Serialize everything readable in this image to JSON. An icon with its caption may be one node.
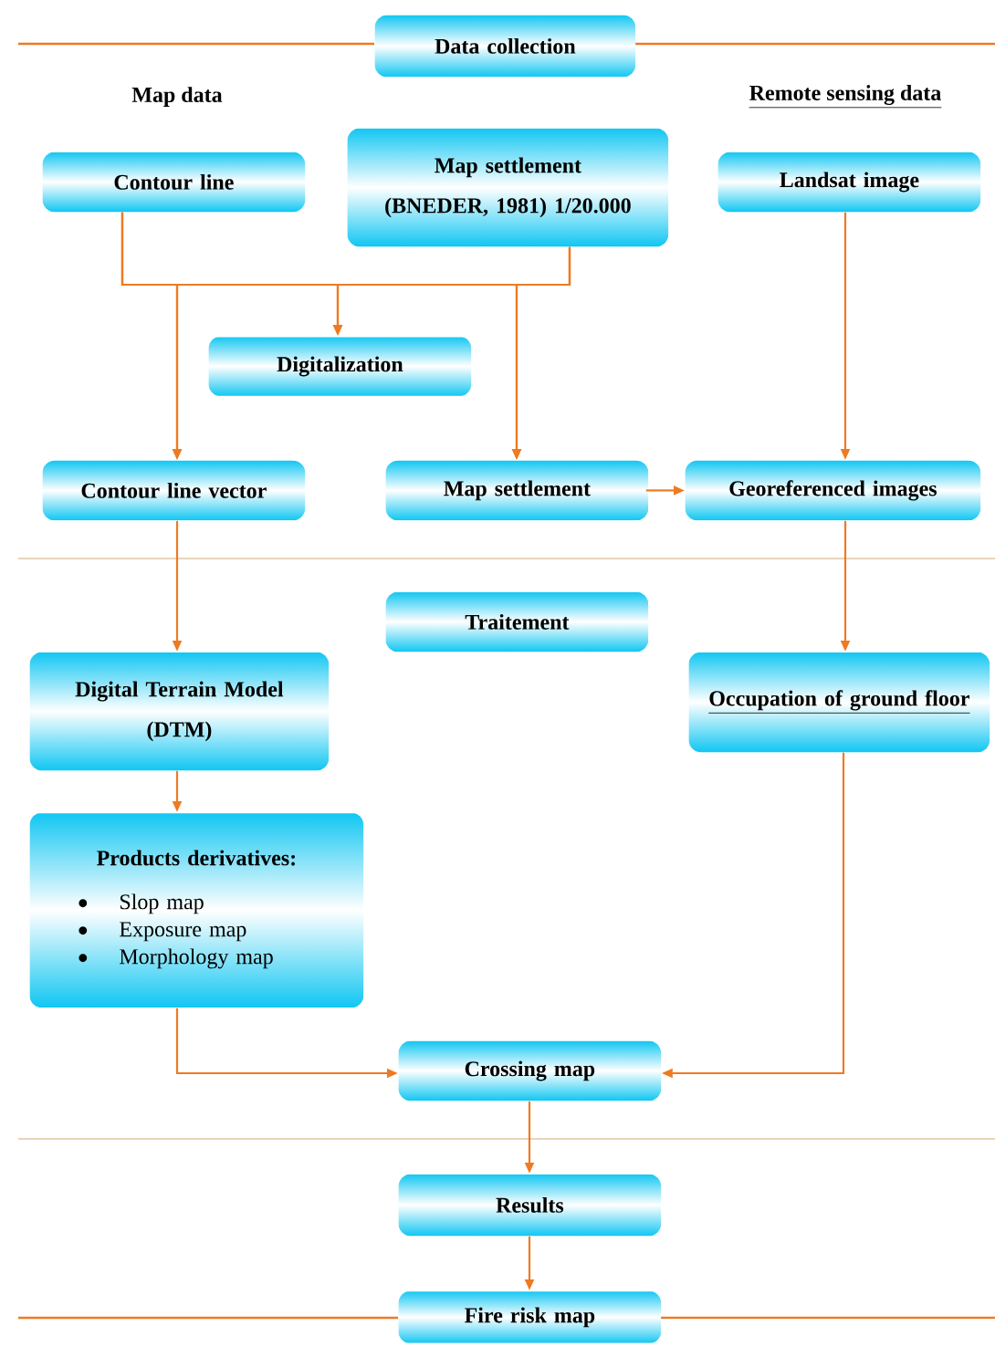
{
  "diagram": {
    "nodes": [
      {
        "text": [
          "Data collection"
        ]
      },
      {
        "text": [
          "Contour line"
        ]
      },
      {
        "text": [
          "Map settlement",
          "(BNEDER, 1981) 1/20.000"
        ]
      },
      {
        "text": [
          "Landsat image"
        ]
      },
      {
        "text": [
          "Digitalization"
        ]
      },
      {
        "text": [
          "Contour line vector"
        ]
      },
      {
        "text": [
          "Map settlement"
        ]
      },
      {
        "text": [
          "Georeferenced images"
        ]
      },
      {
        "text": [
          "Traitement"
        ]
      },
      {
        "text": [
          "Digital Terrain Model",
          "(DTM)"
        ]
      },
      {
        "text": [
          "Occupation of ground floor"
        ]
      },
      {
        "text": [
          "Products derivatives:",
          "Slop map",
          "Exposure map",
          "Morphology map"
        ]
      },
      {
        "text": [
          "Crossing map"
        ]
      },
      {
        "text": [
          "Results"
        ]
      },
      {
        "text": [
          "Fire risk map"
        ]
      }
    ],
    "edges": [
      {
        "from": 1,
        "to": 4,
        "arrow": "to"
      },
      {
        "from": 1,
        "to": 5,
        "arrow": "to"
      },
      {
        "from": 1,
        "to": 6,
        "arrow": "to"
      },
      {
        "from": 2,
        "to": 4,
        "arrow": "to"
      },
      {
        "from": 2,
        "to": 5,
        "arrow": "to"
      },
      {
        "from": 2,
        "to": 6,
        "arrow": "to"
      },
      {
        "from": 3,
        "to": 7,
        "arrow": "to"
      },
      {
        "from": 6,
        "to": 7,
        "arrow": "to"
      },
      {
        "from": 5,
        "to": 9,
        "arrow": "to"
      },
      {
        "from": 7,
        "to": 10,
        "arrow": "to"
      },
      {
        "from": 9,
        "to": 11,
        "arrow": "to"
      },
      {
        "from": 11,
        "to": 12,
        "arrow": "to"
      },
      {
        "from": 10,
        "to": 12,
        "arrow": "to"
      },
      {
        "from": 12,
        "to": 13,
        "arrow": "to"
      },
      {
        "from": 13,
        "to": 14,
        "arrow": "to"
      }
    ],
    "labels": [
      "Map data",
      "Remote sensing data"
    ]
  }
}
